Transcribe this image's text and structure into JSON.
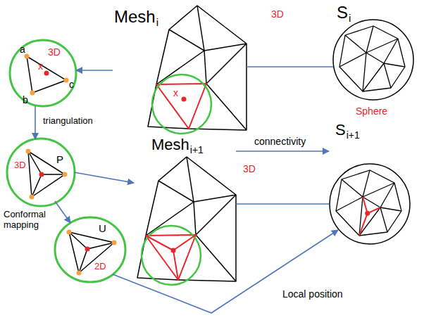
{
  "diagram": {
    "nodes": [
      {
        "text": [
          "3D",
          "a",
          "b",
          "c",
          "x"
        ]
      },
      {
        "text": [
          "Mesh",
          "i",
          "x"
        ]
      },
      {
        "text": [
          "S",
          "i"
        ]
      },
      {
        "text": [
          "3D",
          "P"
        ]
      },
      {
        "text": [
          "Mesh",
          "i+1"
        ]
      },
      {
        "text": [
          "S",
          "i+1"
        ]
      },
      {
        "text": [
          "2D",
          "U"
        ]
      }
    ],
    "edges": [
      {
        "from": 1,
        "to": 0,
        "arrow": "to"
      },
      {
        "from": 1,
        "to": 2,
        "arrow": "none"
      },
      {
        "from": 0,
        "to": 3,
        "label": "triangulation",
        "arrow": "to"
      },
      {
        "from": 3,
        "to": 4,
        "arrow": "to"
      },
      {
        "from": 3,
        "to": 6,
        "label": "Conformal mapping",
        "arrow": "to"
      },
      {
        "from": 4,
        "to": 5,
        "label": "connectivity",
        "arrow": "to"
      },
      {
        "from": 4,
        "to": 5,
        "arrow": "none"
      },
      {
        "from": 6,
        "to": 5,
        "label": "Local position",
        "arrow": "to"
      }
    ],
    "labels": [
      "3D",
      "Sphere",
      "3D"
    ]
  }
}
